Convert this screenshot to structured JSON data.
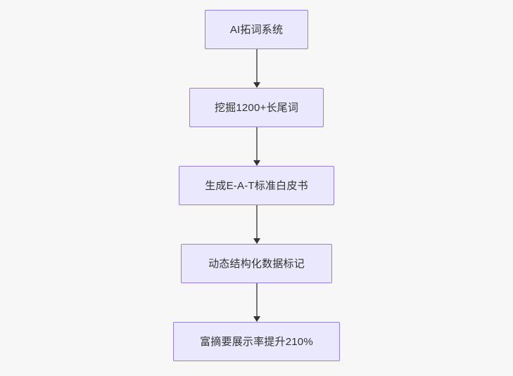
{
  "diagram": {
    "type": "flowchart",
    "direction": "top-down",
    "background_color": "#f7f7f7",
    "node_fill_color": "#e9e8fd",
    "node_border_color": "#9a7ed8",
    "node_text_color": "#333333",
    "connector_color": "#777777",
    "arrowhead_color": "#333333",
    "nodes": [
      {
        "id": "n1",
        "label": "AI拓词系统"
      },
      {
        "id": "n2",
        "label": "挖掘1200+长尾词"
      },
      {
        "id": "n3",
        "label": "生成E-A-T标准白皮书"
      },
      {
        "id": "n4",
        "label": "动态结构化数据标记"
      },
      {
        "id": "n5",
        "label": "富摘要展示率提升210%"
      }
    ],
    "edges": [
      {
        "from": "n1",
        "to": "n2",
        "label": ""
      },
      {
        "from": "n2",
        "to": "n3",
        "label": ""
      },
      {
        "from": "n3",
        "to": "n4",
        "label": ""
      },
      {
        "from": "n4",
        "to": "n5",
        "label": ""
      }
    ]
  }
}
